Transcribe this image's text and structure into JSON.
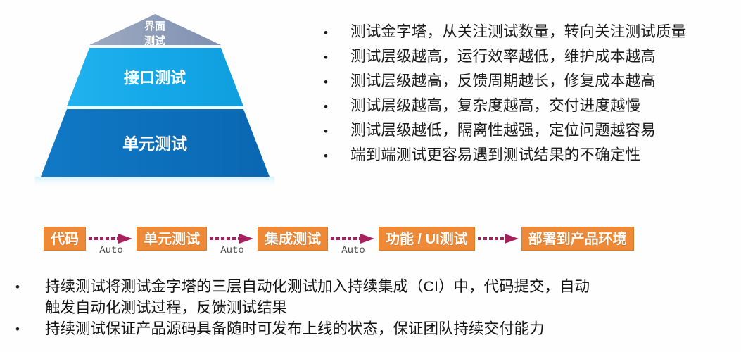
{
  "pyramid": {
    "tiers": [
      {
        "label_line1": "界面",
        "label_line2": "测试",
        "color": "#8e9cb8"
      },
      {
        "label_line1": "接口测试",
        "label_line2": "",
        "color": "#1aaae6"
      },
      {
        "label_line1": "单元测试",
        "label_line2": "",
        "color": "#0e72bd"
      }
    ]
  },
  "insights": {
    "bullet_glyph": "•",
    "items": [
      "测试金字塔，从关注测试数量，转向关注测试质量",
      "测试层级越高，运行效率越低，维护成本越高",
      "测试层级越高，反馈周期越长，修复成本越高",
      "测试层级越高，复杂度越高，交付进度越慢",
      "测试层级越低，隔离性越强，定位问题越容易",
      "端到端测试更容易遇到测试结果的不确定性"
    ]
  },
  "pipeline": {
    "box_color": "#ee8a37",
    "arrow_color": "#a81f5d",
    "auto_label": "Auto",
    "stages": [
      "代码",
      "单元测试",
      "集成测试",
      "功能 / UI测试",
      "部署到产品环境"
    ],
    "arrow_labels": [
      "Auto",
      "Auto",
      "Auto",
      ""
    ]
  },
  "summary": {
    "bullet_glyph": "•",
    "items": [
      {
        "line1": "持续测试将测试金字塔的三层自动化测试加入持续集成（CI）中，代码提交，自动",
        "line2": "触发自动化测试过程，反馈测试结果"
      },
      {
        "line1": "持续测试保证产品源码具备随时可发布上线的状态，保证团队持续交付能力",
        "line2": ""
      }
    ]
  }
}
